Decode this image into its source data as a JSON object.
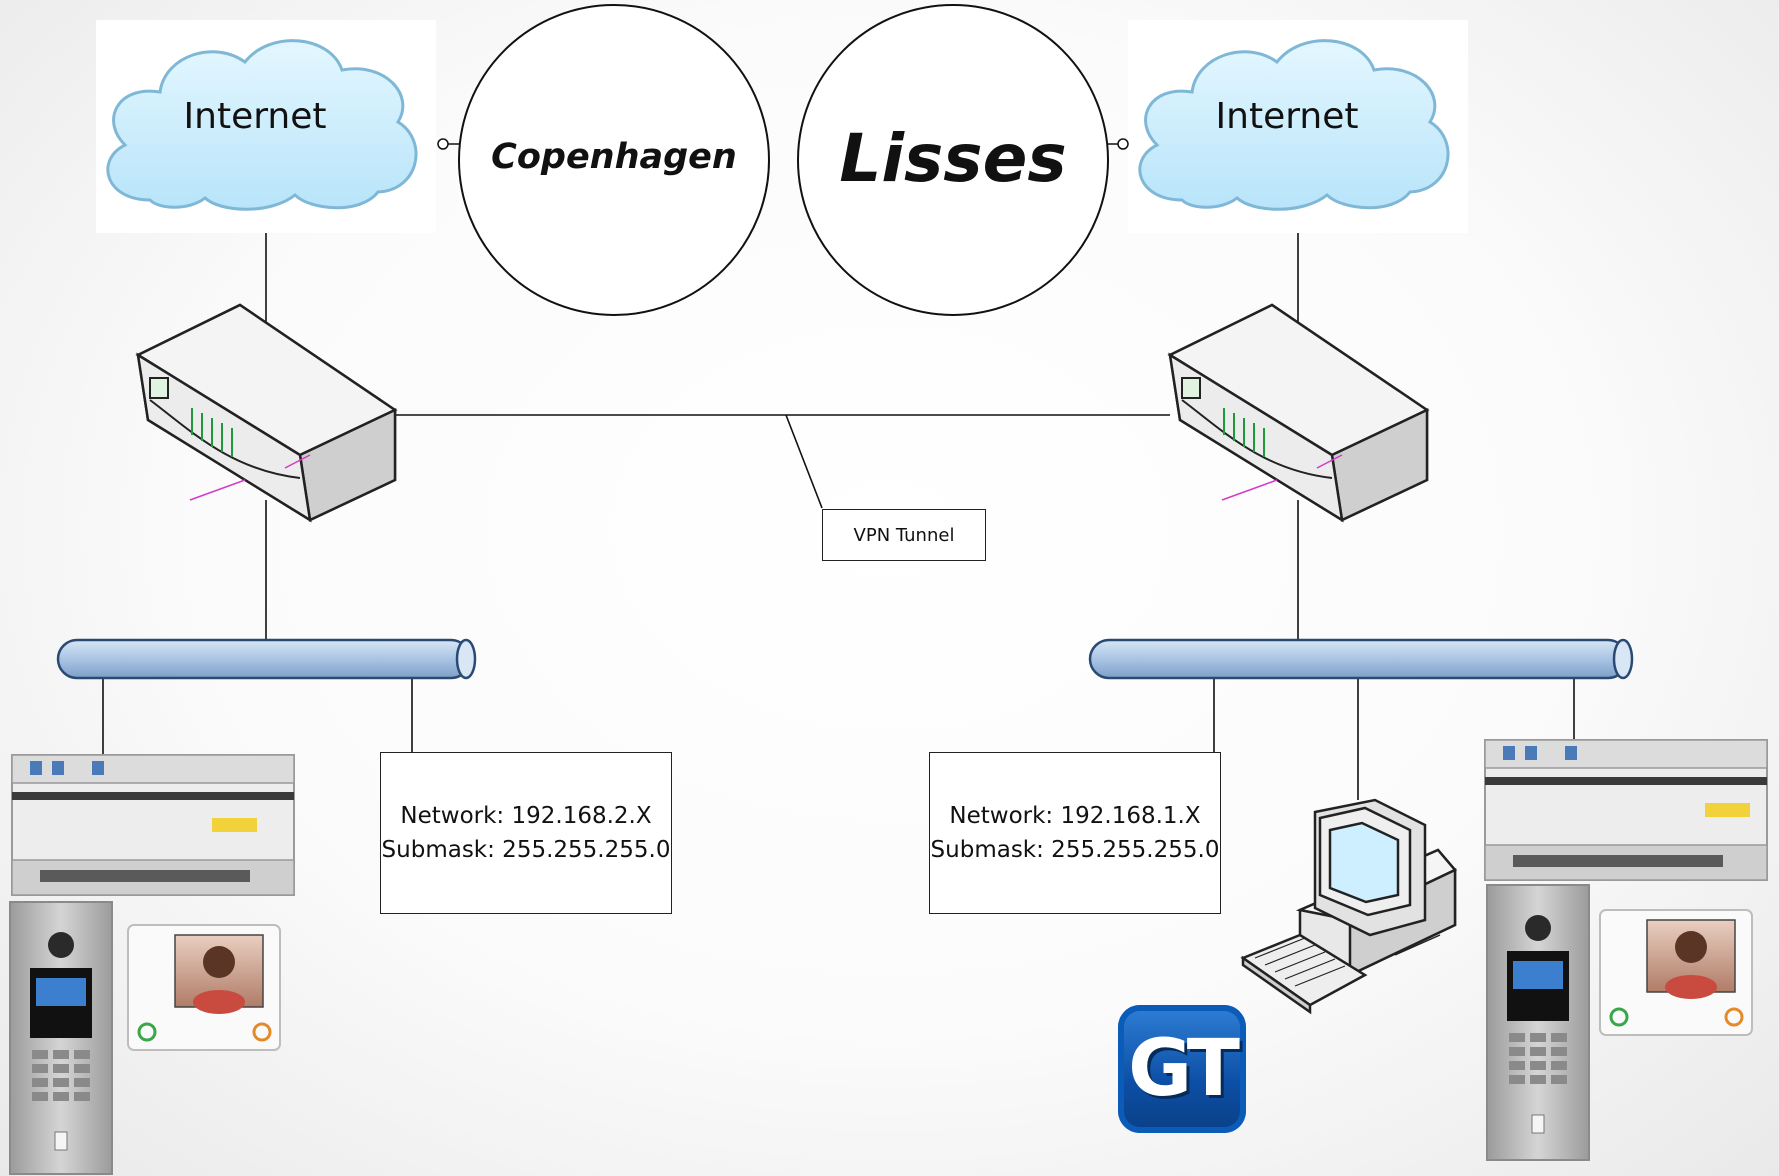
{
  "clouds": [
    {
      "label": "Internet"
    },
    {
      "label": "Internet"
    }
  ],
  "sites": [
    {
      "name": "Copenhagen"
    },
    {
      "name": "Lisses"
    }
  ],
  "vpn": {
    "label": "VPN Tunnel"
  },
  "networks": [
    {
      "network": "Network: 192.168.2.X",
      "submask": "Submask: 255.255.255.0"
    },
    {
      "network": "Network: 192.168.1.X",
      "submask": "Submask: 255.255.255.0"
    }
  ],
  "logo": {
    "text": "GT"
  },
  "colors": {
    "cloud_fill": "#cbeeff",
    "cloud_stroke": "#7fb7d6",
    "bus_fill": "#a9c4e4",
    "bus_stroke": "#2b4a73",
    "router_light": "#f1f1f1",
    "router_led": "#1f9a3a",
    "router_port": "#d43ac6"
  }
}
